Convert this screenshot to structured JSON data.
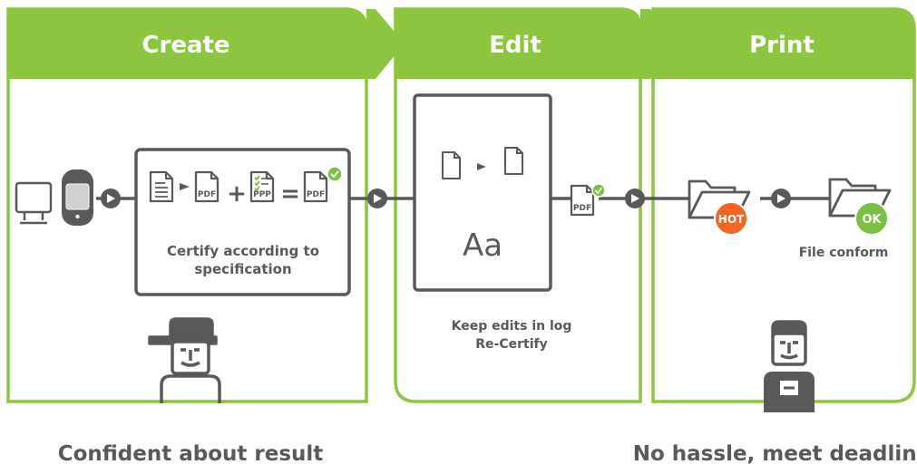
{
  "stages": {
    "create": {
      "title": "Create",
      "box_caption_line1": "Certify according to",
      "box_caption_line2": "specification"
    },
    "edit": {
      "title": "Edit",
      "font_sample": "Aa",
      "caption_line1": "Keep edits in log",
      "caption_line2": "Re-Certify"
    },
    "print": {
      "title": "Print",
      "caption": "File conform"
    }
  },
  "doc_labels": {
    "pdf": "PDF",
    "ppp": "PPP"
  },
  "operators": {
    "plus": "+",
    "equals": "="
  },
  "badges": {
    "hot": "HOT",
    "ok": "OK"
  },
  "footer": {
    "left": "Confident about result",
    "right": "No hassle, meet deadline"
  },
  "colors": {
    "accent": "#8cc63f",
    "gray": "#595959",
    "hot": "#f26522",
    "ok": "#7ac142",
    "title_text": "#ffffff"
  }
}
